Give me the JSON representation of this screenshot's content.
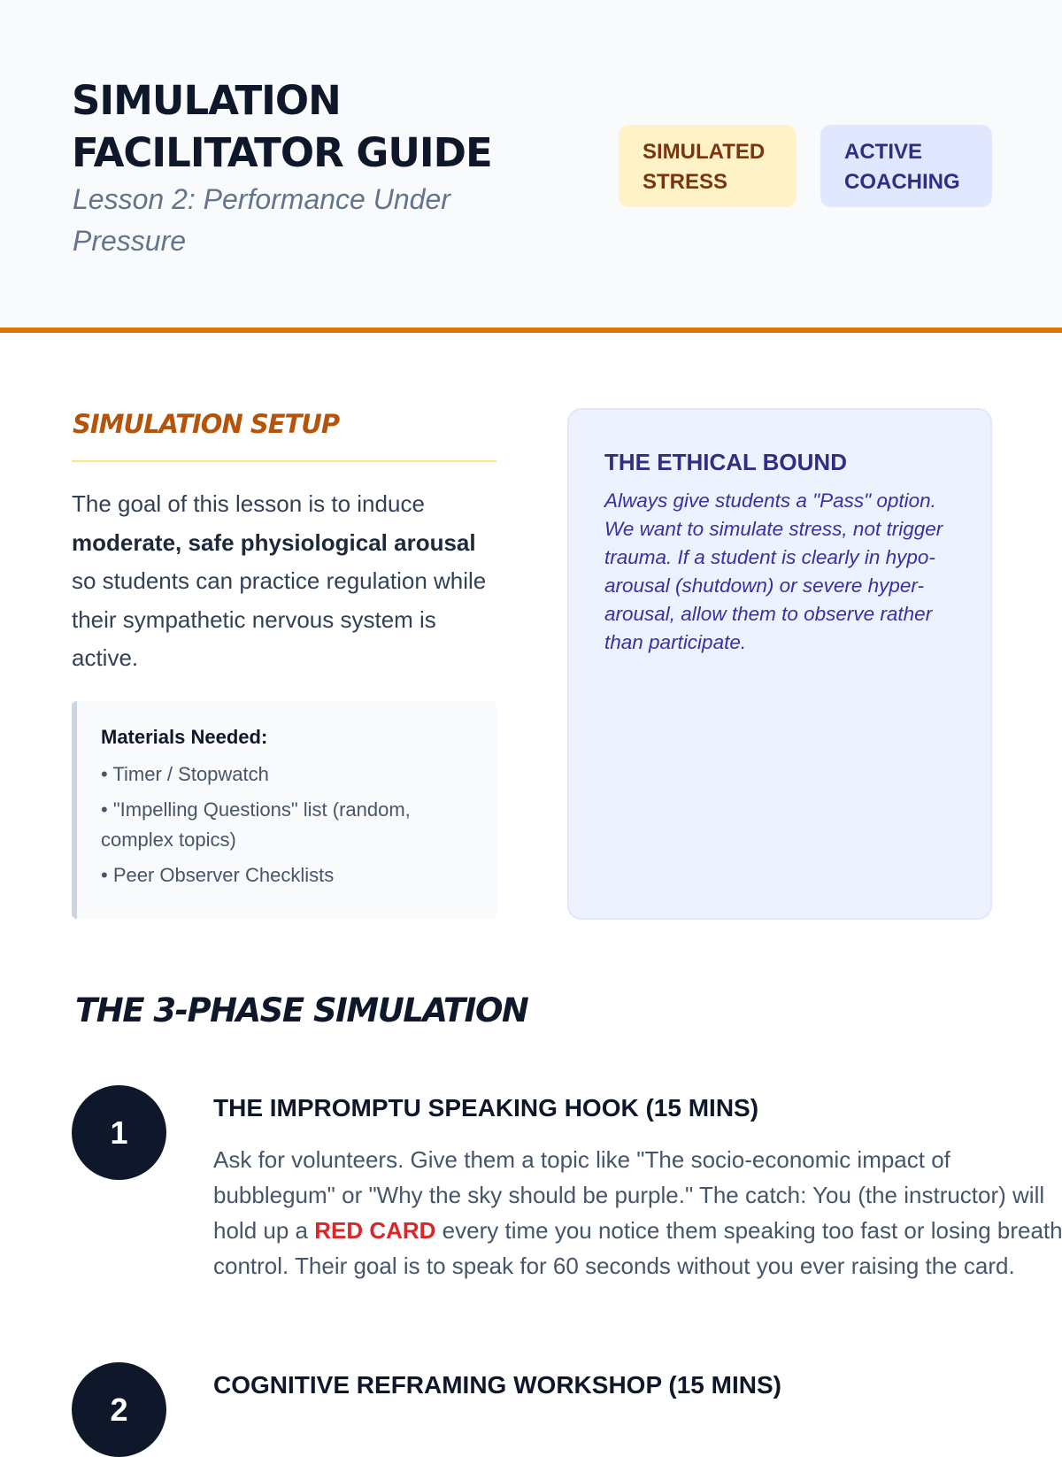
{
  "header": {
    "title_line1": "SIMULATION",
    "title_line2": "FACILITATOR GUIDE",
    "subtitle": "Lesson 2: Performance Under Pressure",
    "badges": [
      "SIMULATED STRESS",
      "ACTIVE COACHING"
    ]
  },
  "setup": {
    "heading": "SIMULATION SETUP",
    "p_before": "The goal of this lesson is to induce ",
    "p_bold": "moderate, safe physiological arousal",
    "p_after": " so students can practice regulation while their sympathetic nervous system is active.",
    "materials": {
      "heading": "Materials Needed:",
      "items": [
        "• Timer / Stopwatch",
        "• \"Impelling Questions\" list (random, complex topics)",
        "• Peer Observer Checklists"
      ]
    }
  },
  "ethical": {
    "heading": "THE ETHICAL BOUND",
    "text": "Always give students a \"Pass\" option. We want to simulate stress, not trigger trauma. If a student is clearly in hypo-arousal (shutdown) or severe hyper-arousal, allow them to observe rather than participate."
  },
  "phases": {
    "heading": "THE 3-PHASE SIMULATION",
    "steps": [
      {
        "num": "1",
        "title": "THE IMPROMPTU SPEAKING HOOK (15 MINS)",
        "text_before": "Ask for volunteers. Give them a topic like \"The socio-economic impact of bubblegum\" or \"Why the sky should be purple.\" The catch: You (the instructor) will hold up a ",
        "highlight": "RED CARD",
        "text_after": " every time you notice them speaking too fast or losing breath control. Their goal is to speak for 60 seconds without you ever raising the card."
      },
      {
        "num": "2",
        "title": "COGNITIVE REFRAMING WORKSHOP (15 MINS)"
      }
    ]
  }
}
